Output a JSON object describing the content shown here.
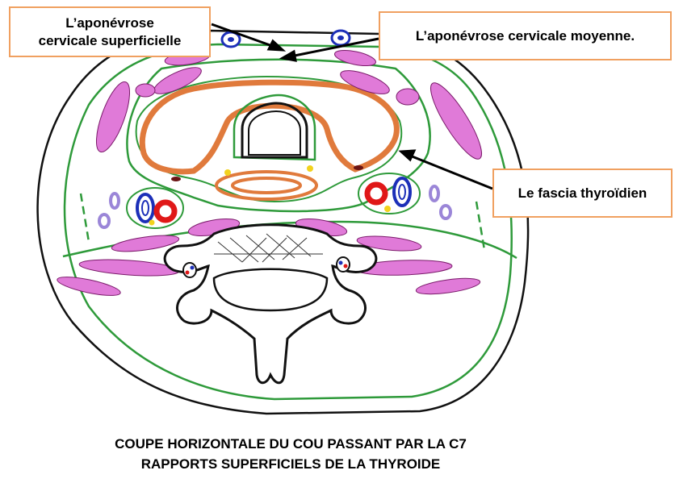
{
  "labels": {
    "superficielle_line1": "L’aponévrose",
    "superficielle_line2": "cervicale superficielle",
    "moyenne": "L’aponévrose cervicale moyenne.",
    "thyroidien": "Le fascia thyroïdien"
  },
  "caption": {
    "line1": "COUPE HORIZONTALE DU COU PASSANT PAR LA C7",
    "line2": "RAPPORTS SUPERFICIELS DE LA THYROIDE"
  },
  "colors": {
    "outline": "#111111",
    "fascia": "#2e9a3a",
    "muscle": "#e07ad8",
    "thyroid": "#e07a3c",
    "artery": "#e01818",
    "vein": "#1c2fb8",
    "nerve": "#f2d21e",
    "sympathetic": "#9b86d8",
    "callout_border": "#f0a060"
  }
}
